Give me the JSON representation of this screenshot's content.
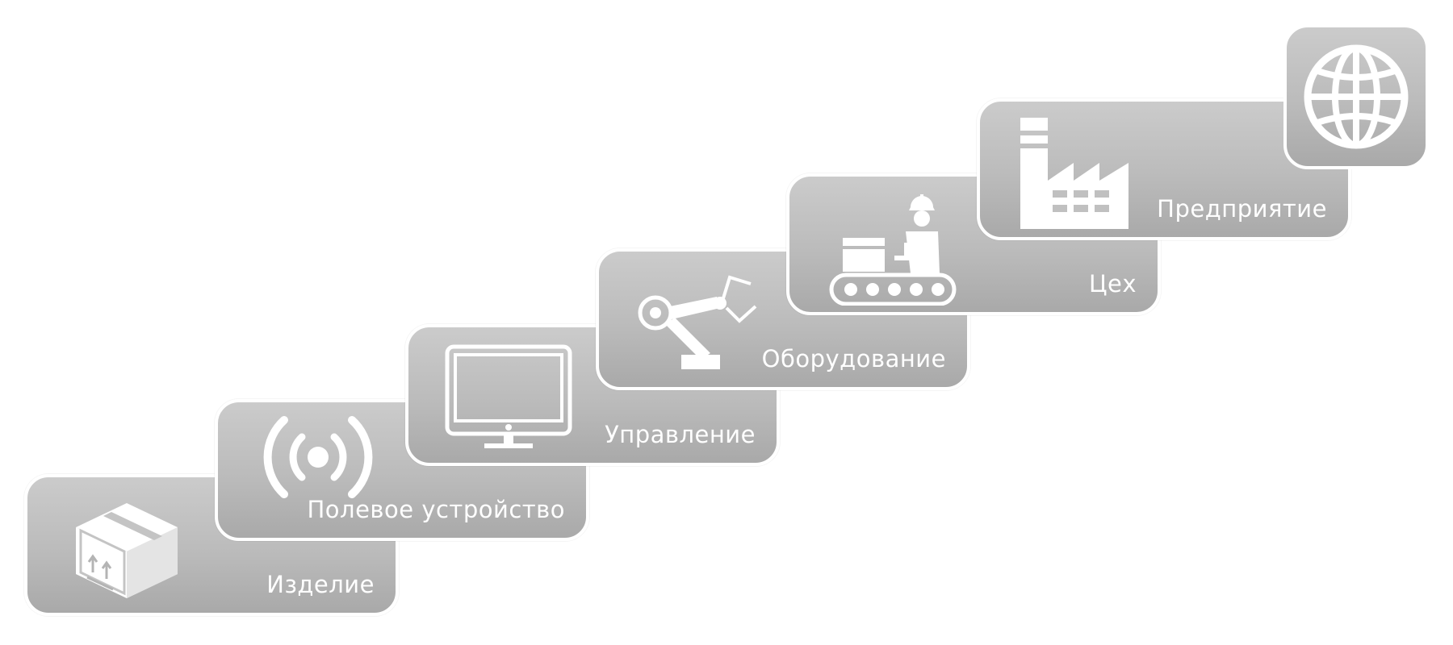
{
  "steps": [
    {
      "label": "Изделие",
      "icon": "package-box-icon"
    },
    {
      "label": "Полевое устройство",
      "icon": "wireless-signal-icon"
    },
    {
      "label": "Управление",
      "icon": "monitor-icon"
    },
    {
      "label": "Оборудование",
      "icon": "robot-arm-icon"
    },
    {
      "label": "Цех",
      "icon": "conveyor-worker-icon"
    },
    {
      "label": "Предприятие",
      "icon": "factory-icon"
    }
  ],
  "top_icon": "globe-icon",
  "colors": {
    "tile_light": "#cbcbcb",
    "tile_dark": "#a9a9a9",
    "border": "#ffffff",
    "text": "#ffffff"
  }
}
